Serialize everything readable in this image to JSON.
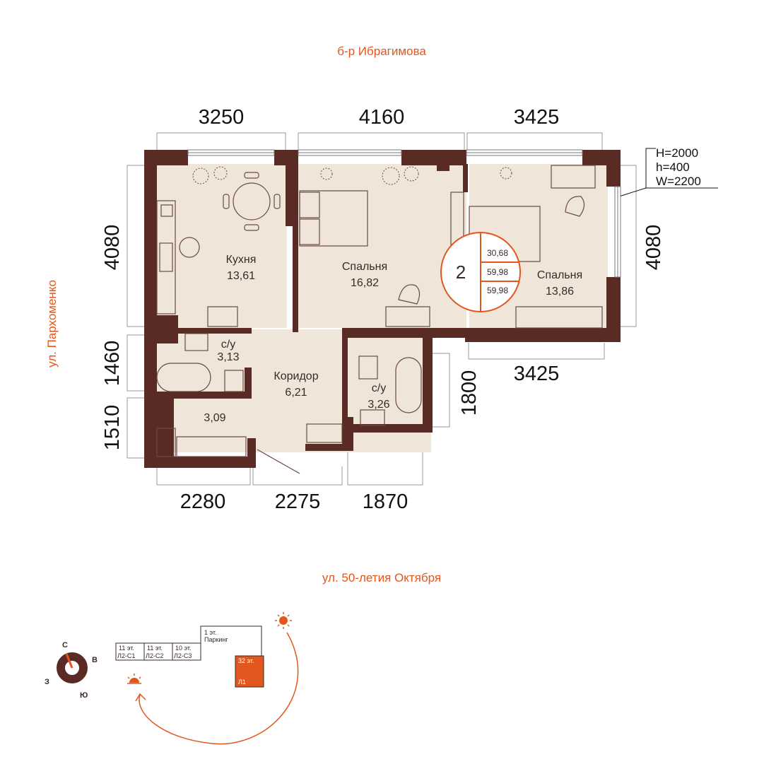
{
  "streets": {
    "north": "б-р Ибрагимова",
    "west": "ул. Пархоменко",
    "south": "ул. 50-летия Октября"
  },
  "dimensions": {
    "top": [
      "3250",
      "4160",
      "3425"
    ],
    "left": [
      "4080",
      "1460",
      "1510"
    ],
    "right_upper": "4080",
    "right_mid": "3425",
    "right_bath": "1800",
    "bottom": [
      "2280",
      "2275",
      "1870"
    ]
  },
  "window_spec": {
    "H": "H=2000",
    "h": "h=400",
    "W": "W=2200"
  },
  "rooms": [
    {
      "name": "Кухня",
      "area": "13,61"
    },
    {
      "name": "Спальня",
      "area": "16,82"
    },
    {
      "name": "Спальня",
      "area": "13,86"
    },
    {
      "name": "с/у",
      "area": "3,13"
    },
    {
      "name": "Коридор",
      "area": "6,21"
    },
    {
      "name": "с/у",
      "area": "3,26"
    },
    {
      "name": "",
      "area": "3,09"
    }
  ],
  "summary": {
    "rooms_count": "2",
    "living_area": "30,68",
    "total_area": "59,98",
    "total_area_2": "59,98"
  },
  "compass": {
    "north": "С",
    "east": "В",
    "south": "Ю",
    "west": "З"
  },
  "site_plan": {
    "blocks": [
      {
        "floors": "11 эт.",
        "name": "Л2-С1"
      },
      {
        "floors": "11 эт.",
        "name": "Л2-С2"
      },
      {
        "floors": "10 эт.",
        "name": "Л2-С3"
      }
    ],
    "parking_floors": "1 эт.",
    "parking_label": "Паркинг",
    "highlight_floors": "32 эт.",
    "highlight_name": "Л1"
  },
  "colors": {
    "accent": "#e2571d",
    "wall": "#5a2a24",
    "floor": "#efe6d9",
    "text": "#111111"
  }
}
